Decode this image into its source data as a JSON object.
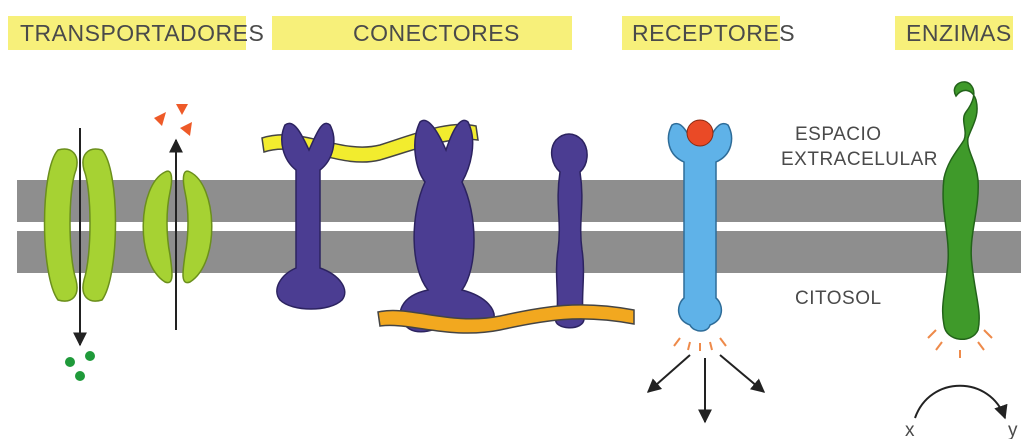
{
  "headers": {
    "transportadores": "TRANSPORTADORES",
    "conectores": "CONECTORES",
    "receptores": "RECEPTORES",
    "enzimas": "ENZIMAS"
  },
  "regions": {
    "extracellular_line1": "ESPACIO",
    "extracellular_line2": "EXTRACELULAR",
    "cytosol": "CITOSOL"
  },
  "enzyme_reaction": {
    "substrate": "x",
    "product": "y"
  },
  "colors": {
    "header_highlight": "#f7f07a",
    "membrane": "#8e8e8e",
    "transporter": "#a6d233",
    "connector": "#4b3d92",
    "yellow_fiber": "#f2ec2e",
    "orange_fiber": "#f2a81f",
    "receptor": "#5fb2e8",
    "ligand": "#ea4a26",
    "enzyme": "#3f9a2a",
    "transported_green": "#1f9a3a",
    "transported_orange": "#ee5a28"
  }
}
